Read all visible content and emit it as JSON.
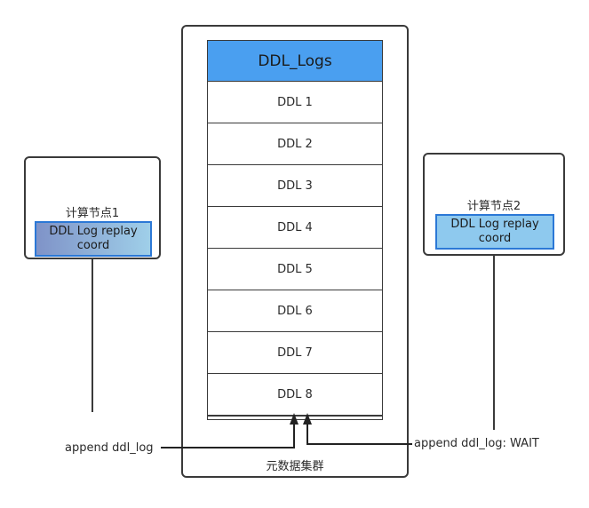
{
  "table": {
    "header": "DDL_Logs",
    "rows": [
      "DDL 1",
      "DDL 2",
      "DDL 3",
      "DDL 4",
      "DDL 5",
      "DDL 6",
      "DDL 7",
      "DDL 8"
    ]
  },
  "cluster": {
    "label": "元数据集群"
  },
  "node1": {
    "title": "计算节点1",
    "coord": "DDL Log replay coord"
  },
  "node2": {
    "title": "计算节点2",
    "coord": "DDL Log replay coord"
  },
  "edges": {
    "append1": "append ddl_log",
    "append2": "append ddl_log: WAIT"
  },
  "colors": {
    "header_blue": "#4a9ff0",
    "coord_border": "#2b78d6",
    "line": "#3a3a3a"
  }
}
